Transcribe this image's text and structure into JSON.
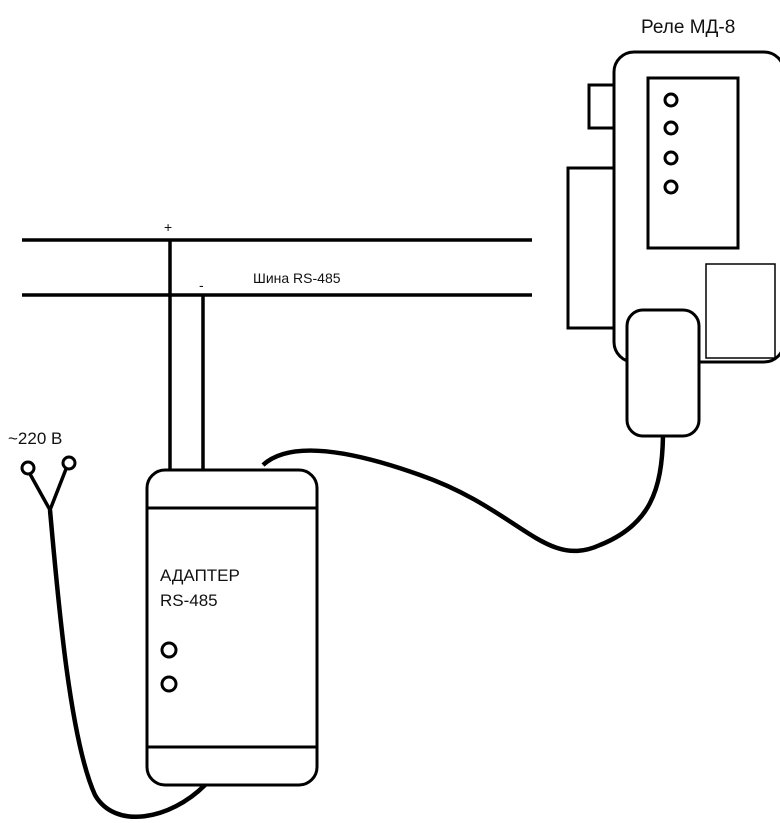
{
  "relay": {
    "title": "Реле МД-8"
  },
  "bus": {
    "label": "Шина RS-485",
    "plus": "+",
    "minus": "-"
  },
  "power": {
    "label": "~220 В"
  },
  "adapter": {
    "line1": "АДАПТЕР",
    "line2": "RS-485"
  },
  "colors": {
    "ink": "#000000",
    "background": "#ffffff"
  }
}
